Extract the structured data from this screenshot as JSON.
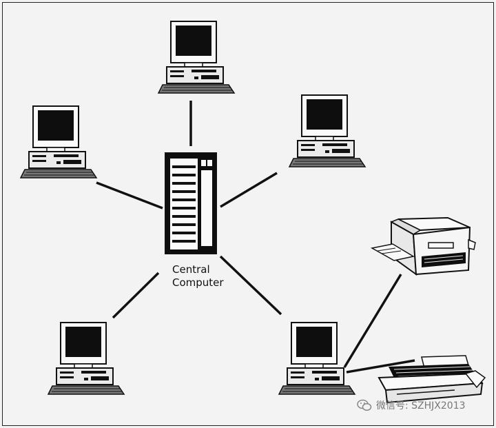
{
  "diagram": {
    "central_label_line1": "Central",
    "central_label_line2": "Computer"
  },
  "watermark": {
    "text": "微信号: SZHJX2013",
    "icon": "wechat-icon"
  },
  "colors": {
    "background": "#f3f3f3",
    "ink": "#111111",
    "screen": "#0e0e0e"
  }
}
